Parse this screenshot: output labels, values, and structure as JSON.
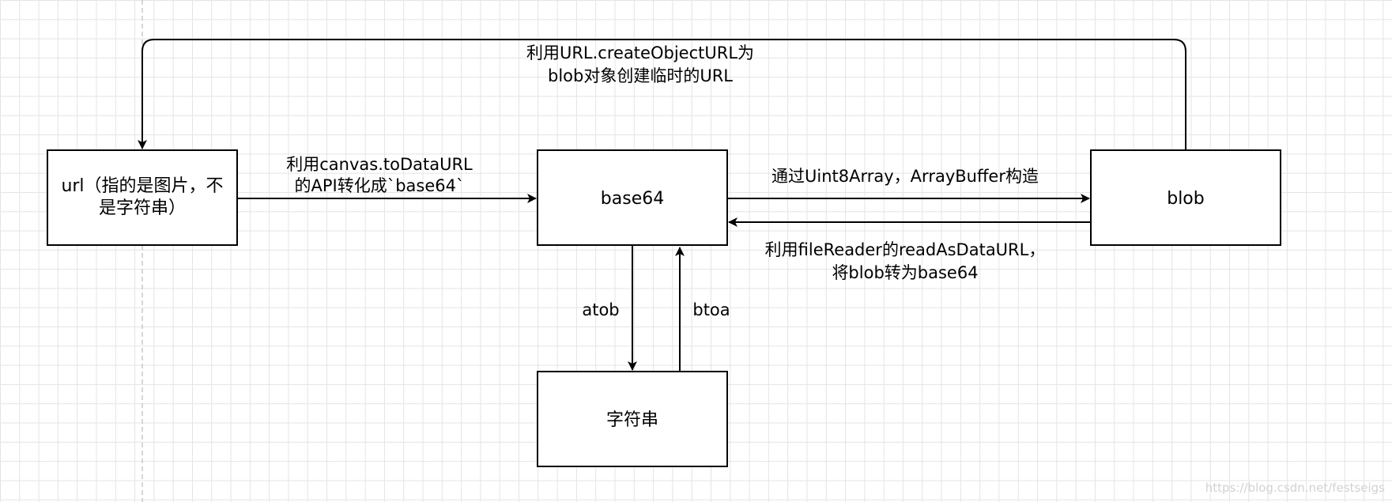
{
  "nodes": {
    "url": {
      "line1": "url（指的是图片，不",
      "line2": "是字符串）"
    },
    "base64": {
      "label": "base64"
    },
    "blob": {
      "label": "blob"
    },
    "string": {
      "label": "字符串"
    }
  },
  "edges": {
    "blob_to_url": {
      "line1": "利用URL.createObjectURL为",
      "line2": "blob对象创建临时的URL"
    },
    "url_to_base64": {
      "line1": "利用canvas.toDataURL",
      "line2": "的API转化成`base64`"
    },
    "base64_to_blob": {
      "label": "通过Uint8Array，ArrayBuffer构造"
    },
    "blob_to_base64": {
      "line1": "利用fileReader的readAsDataURL，",
      "line2": "将blob转为base64"
    },
    "base64_to_string": {
      "label": "atob"
    },
    "string_to_base64": {
      "label": "btoa"
    }
  },
  "watermark": "https://blog.csdn.net/festseigs",
  "colors": {
    "stroke": "#000000",
    "grid": "#e4e4e4",
    "guide": "#c8c8c8",
    "background": "#ffffff"
  }
}
